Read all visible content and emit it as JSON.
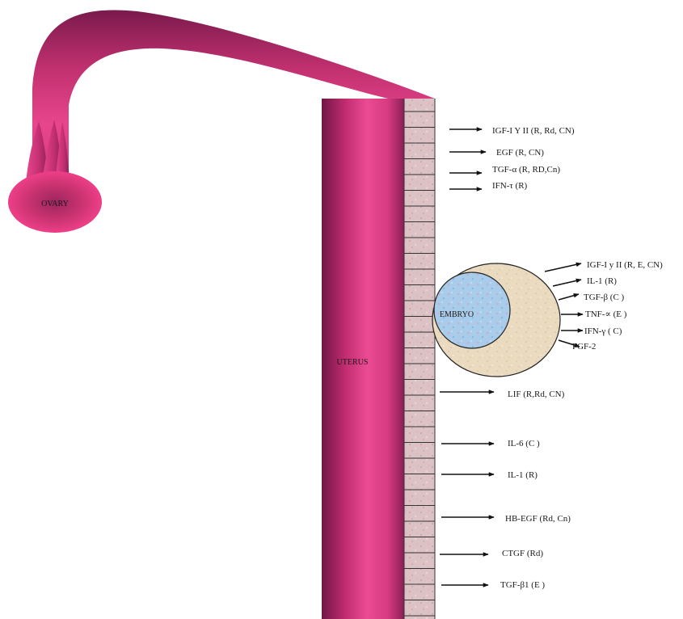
{
  "labels": {
    "ovary": "OVARY",
    "uterus": "UTERUS",
    "embryo": "EMBRYO"
  },
  "colors": {
    "magenta": "#e83e8c",
    "magenta_dark": "#7d1b4a",
    "endometrium": "#dcc1c4",
    "embryo_blue": "#aacdea",
    "trophoblast": "#eadcc0"
  },
  "endometrial_factors": [
    "IGF-I Y II (R, Rd, CN)",
    "EGF (R, CN)",
    "TGF-α (R, RD,Cn)",
    "IFN-τ (R)",
    "LIF (R,Rd, CN)",
    "IL-6 (C )",
    "IL-1 (R)",
    "HB-EGF (Rd, Cn)",
    "CTGF (Rd)",
    "TGF-β1 (E )"
  ],
  "embryo_factors": [
    "IGF-I y II (R, E, CN)",
    "IL-1 (R)",
    "TGF-β (C )",
    "TNF-∝ (E )",
    "IFN-γ ( C)",
    "FGF-2"
  ]
}
